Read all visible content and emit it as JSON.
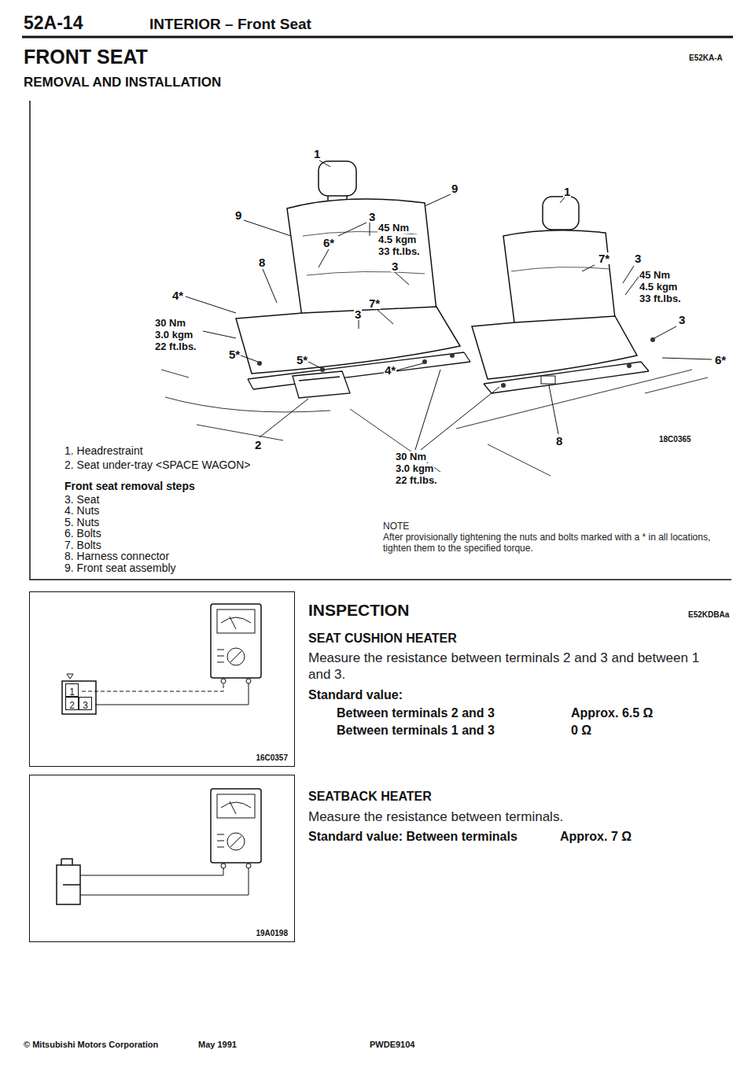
{
  "diagram": {
    "title": "FRONT SEAT",
    "nodes": [
      {
        "text": [
          "16C0357"
        ]
      },
      {
        "text": [
          "1"
        ],
        "in": 0
      },
      {
        "text": [
          "2"
        ],
        "in": 0
      },
      {
        "text": [
          "3"
        ],
        "in": 0
      },
      {
        "text": [
          "19A0198"
        ]
      }
    ],
    "labels": [
      "52A-14",
      "INTERIOR – Front Seat",
      "E52KA-A",
      "REMOVAL AND INSTALLATION",
      "1",
      "9",
      "1",
      "9",
      "3",
      "45 Nm",
      "4.5 kgm",
      "33 ft.lbs.",
      "6*",
      "8",
      "3",
      "7*",
      "3",
      "45 Nm",
      "4.5 kgm",
      "33 ft.lbs.",
      "4*",
      "7*",
      "3",
      "3",
      "30 Nm",
      "3.0 kgm",
      "22 ft.lbs.",
      "5*",
      "5*",
      "6*",
      "4*",
      "2",
      "8",
      "18C0365",
      "30 Nm",
      "3.0 kgm",
      "22 ft.lbs.",
      "1. Headrestraint",
      "2. Seat under-tray <SPACE WAGON>",
      "Front seat removal steps",
      "3. Seat",
      "4. Nuts",
      "5. Nuts",
      "6. Bolts",
      "7. Bolts",
      "8. Harness connector",
      "9. Front seat assembly",
      "NOTE",
      "After provisionally tightening the nuts and bolts marked with a * in all locations, tighten them to the specified torque.",
      "INSPECTION",
      "E52KDBAa",
      "SEAT CUSHION HEATER",
      "Measure the resistance between terminals 2 and 3 and between 1 and 3.",
      "Standard value:",
      "Between terminals 2 and 3",
      "Approx. 6.5 Ω",
      "Between terminals 1 and 3",
      "0 Ω",
      "SEATBACK HEATER",
      "Measure the resistance between terminals.",
      "Standard value: Between terminals",
      "Approx. 7 Ω",
      "© Mitsubishi Motors Corporation",
      "May 1991",
      "PWDE9104"
    ]
  }
}
